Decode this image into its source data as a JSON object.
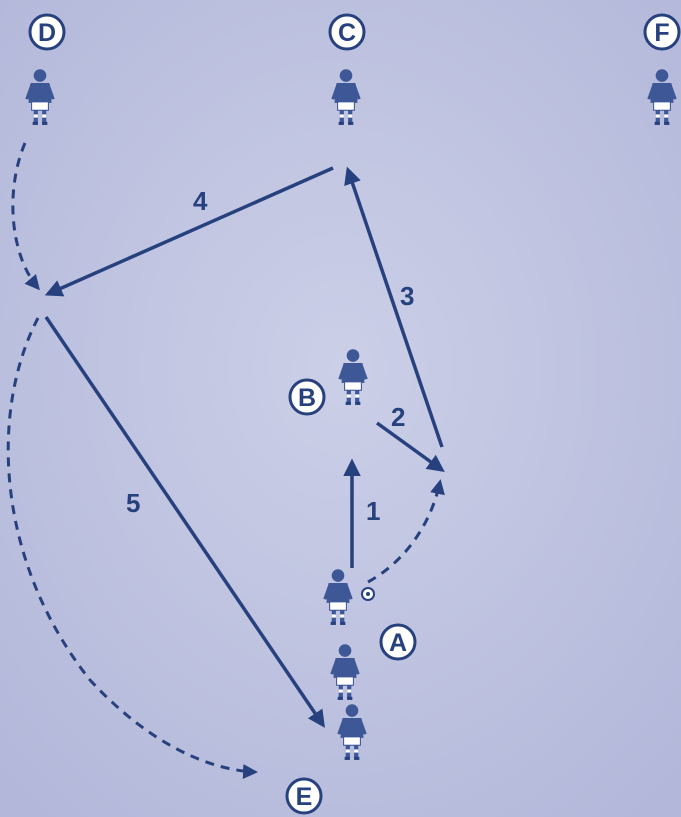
{
  "colors": {
    "background_center": "#c9cde6",
    "background_edge": "#b3b8da",
    "navy": "#27407e",
    "label_fill": "#ffffff"
  },
  "players": [
    {
      "label": "D",
      "id": "d"
    },
    {
      "label": "C",
      "id": "c"
    },
    {
      "label": "F",
      "id": "f"
    },
    {
      "label": "B",
      "id": "b"
    },
    {
      "label": "A",
      "id": "a"
    },
    {
      "label": "E",
      "id": "e"
    }
  ],
  "actions": [
    {
      "number": "1",
      "kind": "pass"
    },
    {
      "number": "2",
      "kind": "pass"
    },
    {
      "number": "3",
      "kind": "pass"
    },
    {
      "number": "4",
      "kind": "pass"
    },
    {
      "number": "5",
      "kind": "pass"
    }
  ],
  "icons": {
    "player": "player-figure-icon",
    "ball": "ball-icon"
  }
}
